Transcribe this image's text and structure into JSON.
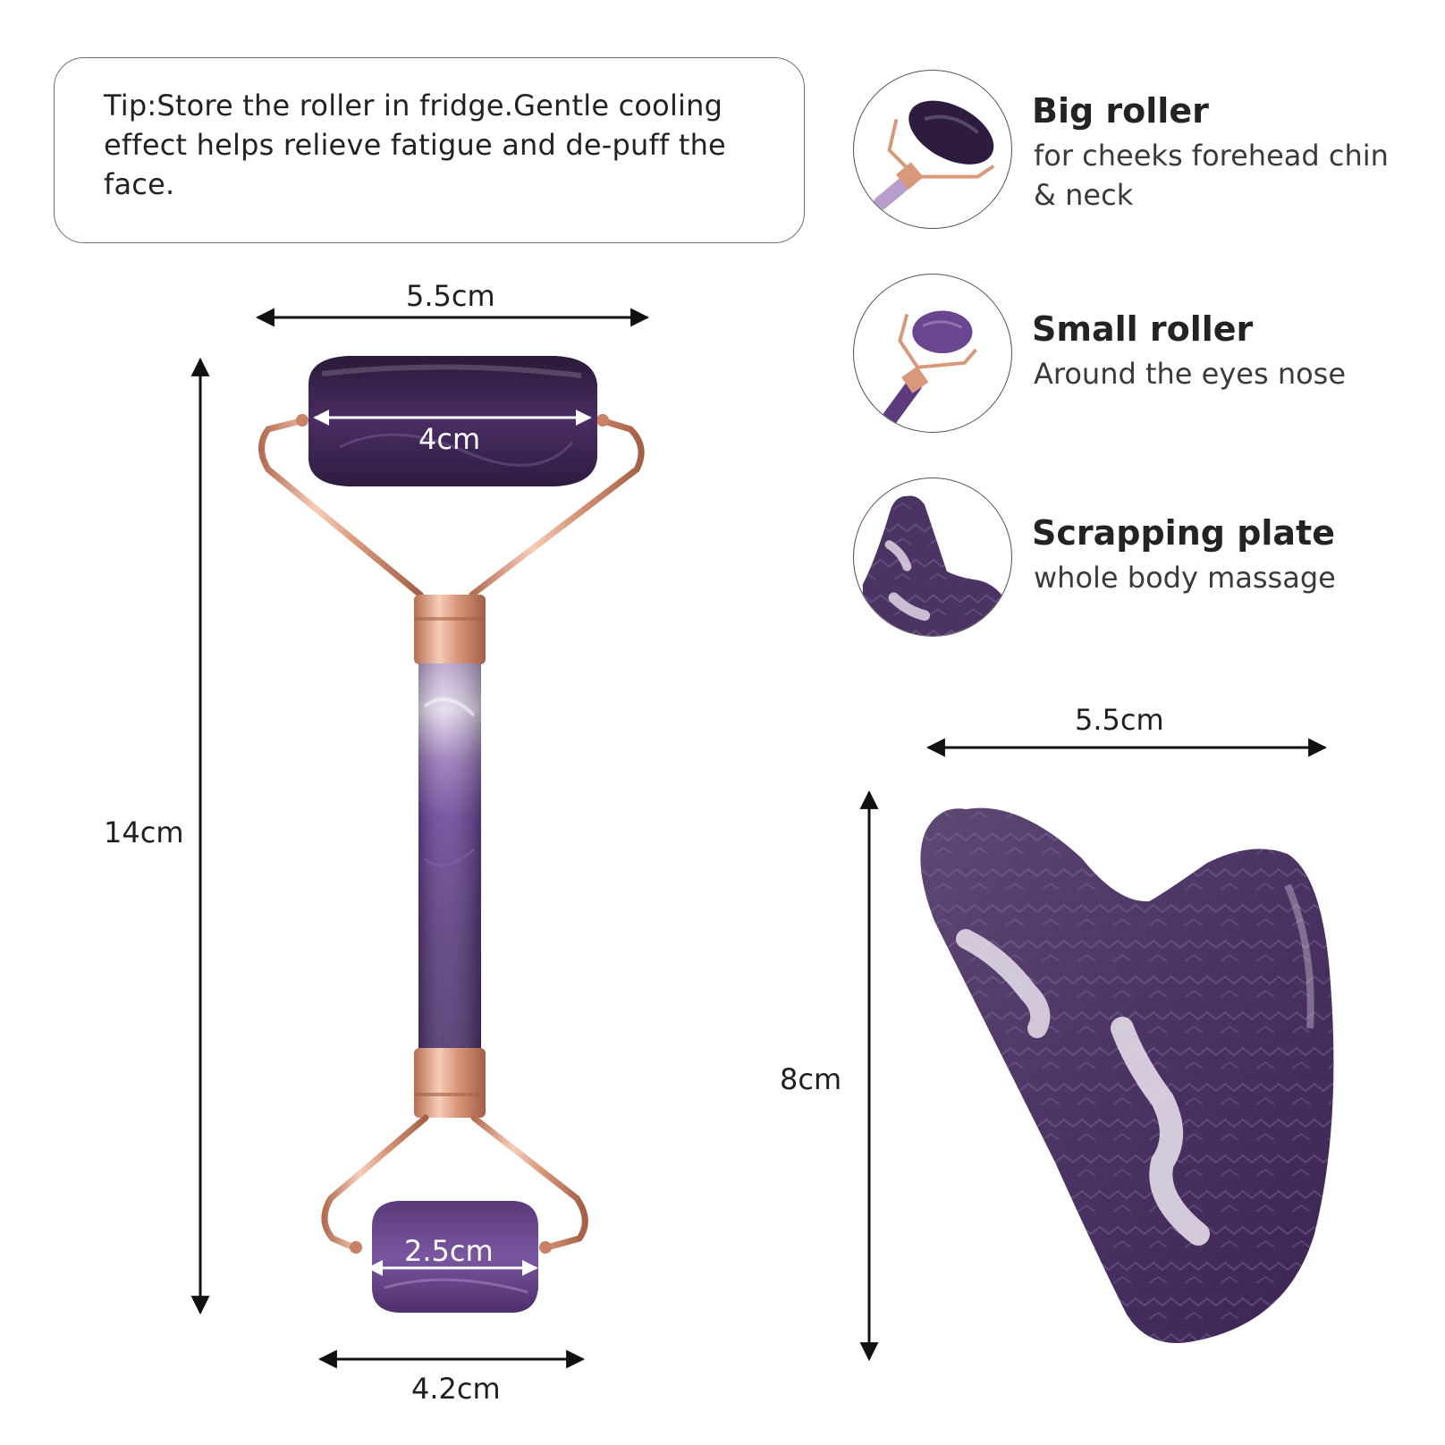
{
  "tip": {
    "text": "Tip:Store the roller in fridge.Gentle cooling effect helps relieve fatigue and de-puff the face."
  },
  "roller_dimensions": {
    "frame_width": "5.5cm",
    "big_stone_width": "4cm",
    "total_length": "14cm",
    "small_stone_width": "2.5cm",
    "bottom_frame_width": "4.2cm"
  },
  "plate_dimensions": {
    "width": "5.5cm",
    "height": "8cm"
  },
  "features": [
    {
      "title": "Big roller",
      "subtitle": "for cheeks forehead chin & neck",
      "icon": "big-roller-icon"
    },
    {
      "title": "Small roller",
      "subtitle": "Around the eyes nose",
      "icon": "small-roller-icon"
    },
    {
      "title": "Scrapping plate",
      "subtitle": "whole body massage",
      "icon": "scraping-plate-icon"
    }
  ],
  "colors": {
    "amethyst_dark": "#3b2450",
    "amethyst_mid": "#5e3b7c",
    "amethyst_light": "#b89ccb",
    "rose_gold": "#d9987c",
    "arrow": "#111111"
  }
}
